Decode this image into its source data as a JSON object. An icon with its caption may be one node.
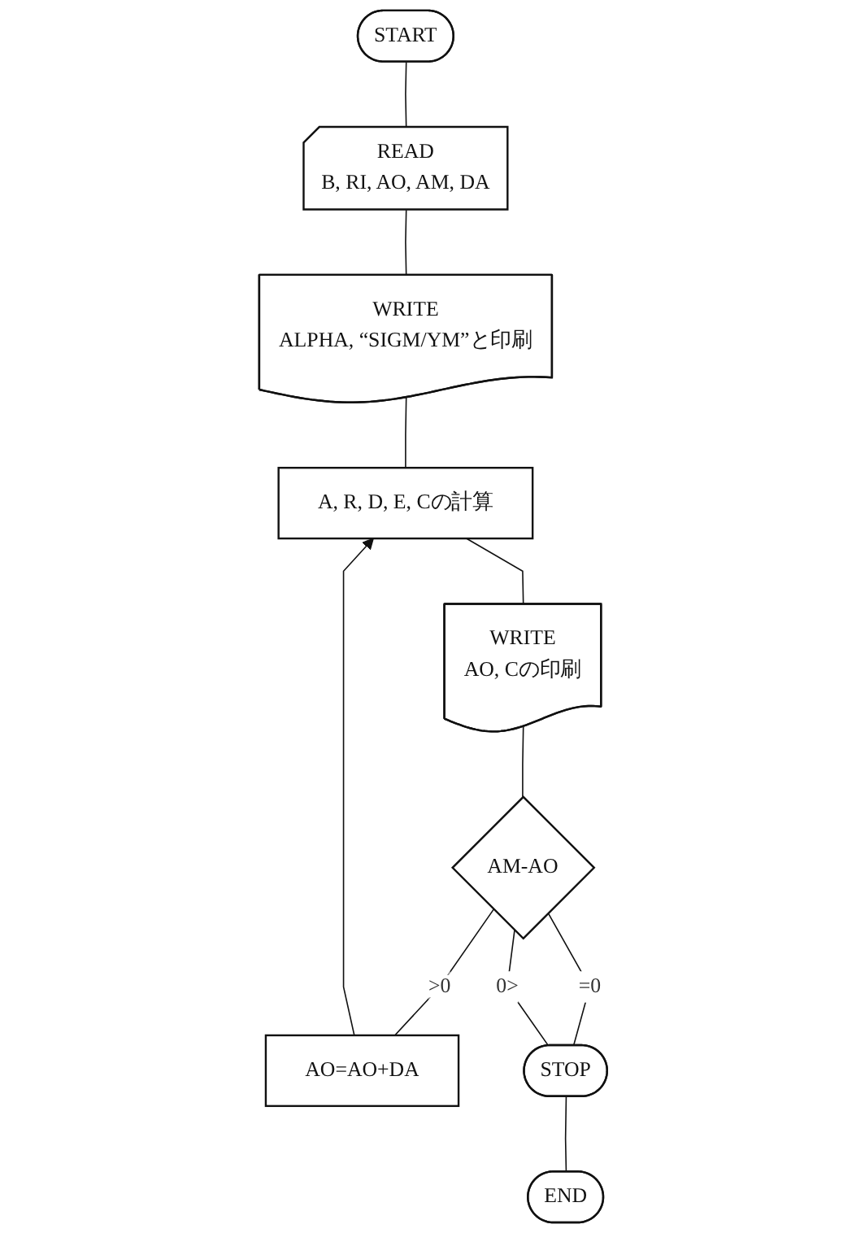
{
  "diagram": {
    "nodes": [
      {
        "text": [
          "START"
        ]
      },
      {
        "text": [
          "READ",
          "B, RI, AO, AM, DA"
        ]
      },
      {
        "text": [
          "WRITE",
          "ALPHA, “SIGM/YM”と印刷"
        ]
      },
      {
        "text": [
          "A, R, D, E, Cの計算"
        ]
      },
      {
        "text": [
          "WRITE",
          "AO, Cの印刷"
        ]
      },
      {
        "text": [
          "AM-AO"
        ]
      },
      {
        "text": [
          "AO=AO+DA"
        ]
      },
      {
        "text": [
          "STOP"
        ]
      },
      {
        "text": [
          "END"
        ]
      }
    ],
    "edges": [
      {
        "from": 0,
        "to": 1,
        "arrow": "none"
      },
      {
        "from": 1,
        "to": 2,
        "arrow": "none"
      },
      {
        "from": 2,
        "to": 3,
        "arrow": "none"
      },
      {
        "from": 3,
        "to": 4,
        "arrow": "none"
      },
      {
        "from": 4,
        "to": 5,
        "arrow": "none"
      },
      {
        "from": 5,
        "to": 6,
        "label": ">0",
        "arrow": "none"
      },
      {
        "from": 6,
        "to": 3,
        "arrow": "to"
      },
      {
        "from": 5,
        "to": 7,
        "label": "=0",
        "arrow": "none"
      },
      {
        "from": 5,
        "to": 7,
        "label": "0>",
        "arrow": "none"
      },
      {
        "from": 7,
        "to": 8,
        "arrow": "none"
      }
    ]
  }
}
